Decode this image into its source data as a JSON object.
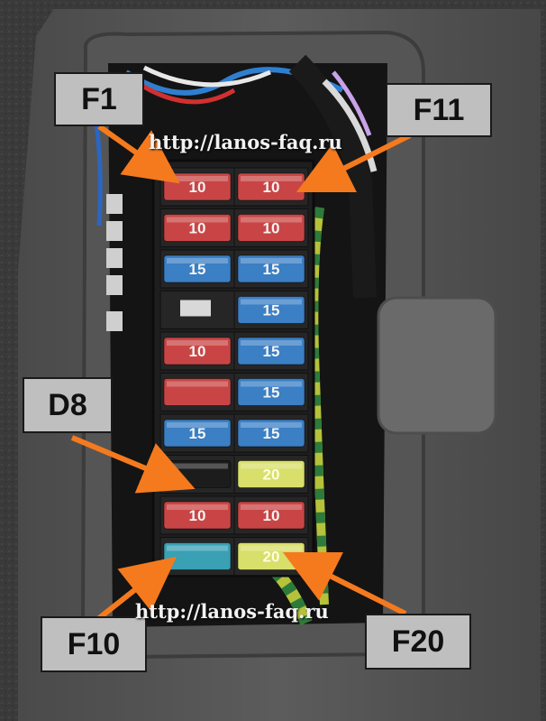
{
  "labels": {
    "f1": "F1",
    "f11": "F11",
    "d8": "D8",
    "f10": "F10",
    "f20": "F20"
  },
  "watermark": {
    "top": "http://lanos-faq.ru",
    "bottom": "http://lanos-faq.ru"
  },
  "colors": {
    "arrow": "#f57a1e",
    "label_bg": "#bfbfbf",
    "fuse_red": "#c94545",
    "fuse_blue": "#3b7fc4",
    "fuse_yellow": "#d8df6a",
    "fuse_teal": "#3aa0b4",
    "fuse_black": "#1c1c1c"
  },
  "fuses": {
    "left": [
      {
        "color": "red",
        "rating": "10"
      },
      {
        "color": "red",
        "rating": "10"
      },
      {
        "color": "blue",
        "rating": "15"
      },
      {
        "color": "empty",
        "rating": ""
      },
      {
        "color": "red",
        "rating": "10"
      },
      {
        "color": "red",
        "rating": ""
      },
      {
        "color": "blue",
        "rating": "15"
      },
      {
        "color": "black",
        "rating": ""
      },
      {
        "color": "red",
        "rating": "10"
      },
      {
        "color": "teal",
        "rating": ""
      }
    ],
    "right": [
      {
        "color": "red",
        "rating": "10"
      },
      {
        "color": "red",
        "rating": "10"
      },
      {
        "color": "blue",
        "rating": "15"
      },
      {
        "color": "blue",
        "rating": "15"
      },
      {
        "color": "blue",
        "rating": "15"
      },
      {
        "color": "blue",
        "rating": "15"
      },
      {
        "color": "blue",
        "rating": "15"
      },
      {
        "color": "yellow",
        "rating": "20"
      },
      {
        "color": "red",
        "rating": "10"
      },
      {
        "color": "yellow",
        "rating": "20"
      }
    ]
  }
}
